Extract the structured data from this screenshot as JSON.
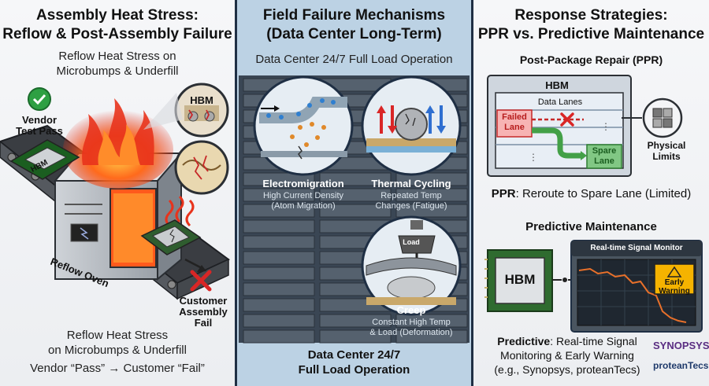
{
  "left": {
    "title_line1": "Assembly Heat Stress:",
    "title_line2": "Reflow & Post-Assembly Failure",
    "subtitle_line1": "Reflow Heat Stress on",
    "subtitle_line2": "Microbumps & Underfill",
    "vendor_line1": "Vendor",
    "vendor_line2": "Test Pass",
    "chip_label": "HBM",
    "zoom_label": "HBM",
    "oven_label": "Reflow Oven",
    "customer_line1": "Customer",
    "customer_line2": "Assembly",
    "customer_line3": "Fail",
    "bottom_line1": "Reflow Heat Stress",
    "bottom_line2": "on Microbumps & Underfill",
    "bottom_line3": "Vendor “Pass” → Customer “Fail”"
  },
  "middle": {
    "title_line1": "Field Failure Mechanisms",
    "title_line2": "(Data Center Long-Term)",
    "subtitle": "Data Center 24/7 Full Load Operation",
    "em_title": "Electromigration",
    "em_line1": "High Current Density",
    "em_line2": "(Atom Migration)",
    "tc_title": "Thermal Cycling",
    "tc_line1": "Repeated Temp",
    "tc_line2": "Changes (Fatigue)",
    "load_label": "Load",
    "creep_title": "Creep",
    "creep_line1": "Constant High Temp",
    "creep_line2": "& Load (Deformation)",
    "bottom_line1": "Data Center 24/7",
    "bottom_line2": "Full Load Operation"
  },
  "right": {
    "title_line1": "Response Strategies:",
    "title_line2": "PPR vs. Predictive Maintenance",
    "ppr_heading": "Post-Package Repair (PPR)",
    "hbm_label": "HBM",
    "data_lanes": "Data Lanes",
    "failed_line1": "Failed",
    "failed_line2": "Lane",
    "spare_line1": "Spare",
    "spare_line2": "Lane",
    "limits_line1": "Physical",
    "limits_line2": "Limits",
    "ppr_caption_bold": "PPR",
    "ppr_caption_rest": ": Reroute to Spare Lane (Limited)",
    "pm_heading": "Predictive Maintenance",
    "chip_label": "HBM",
    "monitor_title": "Real-time Signal Monitor",
    "warning_line1": "Early",
    "warning_line2": "Warning",
    "pm_caption_bold": "Predictive",
    "pm_caption_line1_rest": ": Real-time Signal",
    "pm_caption_line2": "Monitoring & Early Warning",
    "pm_caption_line3": "(e.g., Synopsys, proteanTecs)",
    "logo_synopsys": "SYNOPSYS",
    "logo_proteantecs": "proteanTecs"
  },
  "colors": {
    "navy": "#1f2f44",
    "fire": "#e8331c",
    "pass_green": "#2ea043",
    "fail_red": "#d92626",
    "spare_green": "#43a047",
    "monitor_orange": "#e8702a"
  }
}
